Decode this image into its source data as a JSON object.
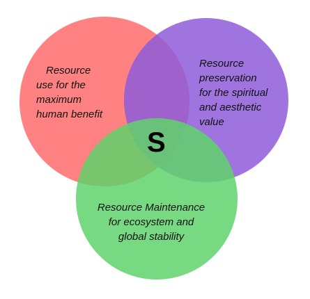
{
  "circles": [
    {
      "id": "use",
      "color": "#ff6b6b",
      "lines": [
        "Resource",
        "use for the",
        "maximum",
        "human benefit"
      ]
    },
    {
      "id": "preservation",
      "color": "#8e5cd9",
      "lines": [
        "Resource",
        "preservation",
        "for the spiritual",
        "and aesthetic",
        "value"
      ]
    },
    {
      "id": "maintenance",
      "color": "#5fd26b",
      "lines": [
        "Resource Maintenance",
        "for ecosystem and",
        "global stability"
      ]
    }
  ],
  "center": {
    "letter": "S"
  }
}
